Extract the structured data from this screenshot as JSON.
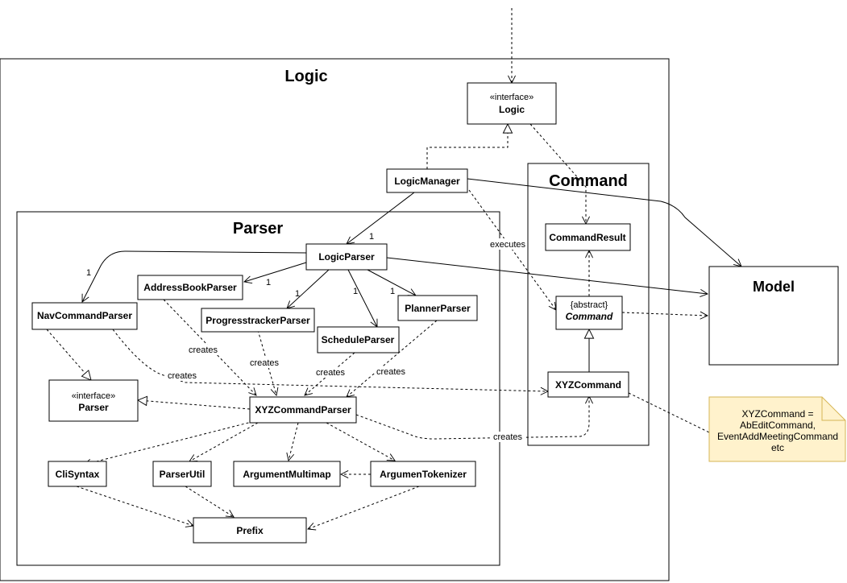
{
  "packages": {
    "logic": "Logic",
    "parser": "Parser",
    "command": "Command"
  },
  "classes": {
    "logic_stereotype": "«interface»",
    "logic": "Logic",
    "logic_manager": "LogicManager",
    "command_result": "CommandResult",
    "command_stereotype": "{abstract}",
    "command": "Command",
    "xyz_command": "XYZCommand",
    "model": "Model",
    "logic_parser": "LogicParser",
    "address_book_parser": "AddressBookParser",
    "nav_command_parser": "NavCommandParser",
    "progresstracker_parser": "ProgresstrackerParser",
    "schedule_parser": "ScheduleParser",
    "planner_parser": "PlannerParser",
    "parser_stereotype": "«interface»",
    "parser": "Parser",
    "xyz_command_parser": "XYZCommandParser",
    "cli_syntax": "CliSyntax",
    "parser_util": "ParserUtil",
    "argument_multimap": "ArgumentMultimap",
    "argumen_tokenizer": "ArgumenTokenizer",
    "prefix": "Prefix"
  },
  "labels": {
    "executes": "executes",
    "creates": "creates",
    "one": "1"
  },
  "note": {
    "line1": "XYZCommand =",
    "line2": "AbEditCommand,",
    "line3": "EventAddMeetingCommand",
    "line4": "etc"
  }
}
